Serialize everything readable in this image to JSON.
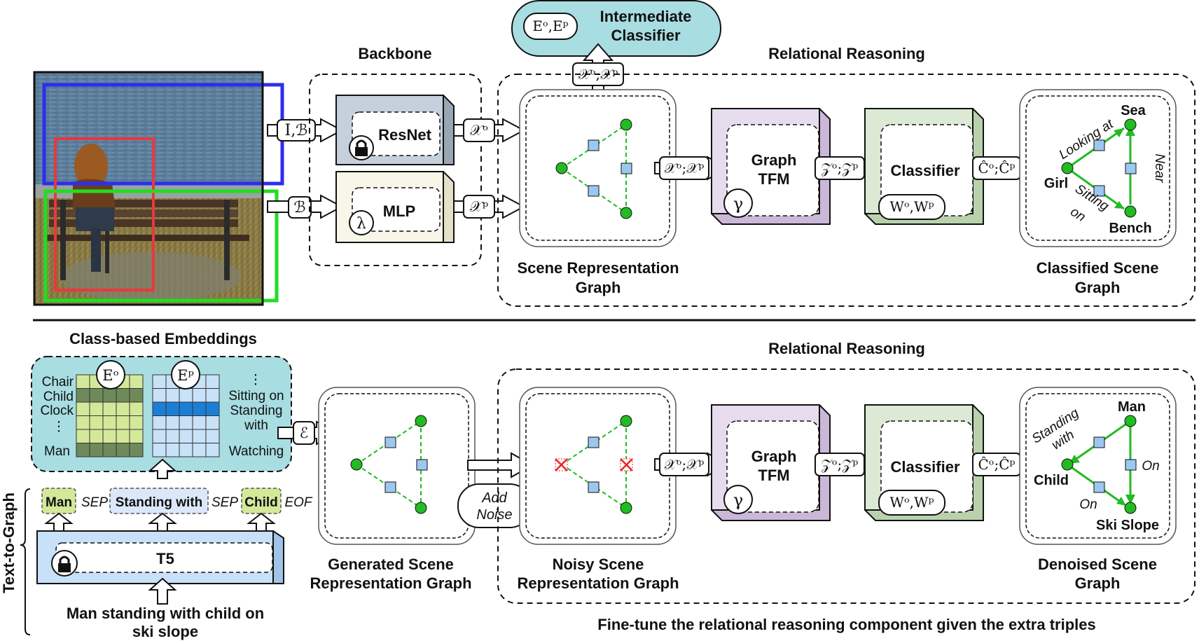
{
  "top": {
    "backbone_title": "Backbone",
    "relational_title": "Relational Reasoning",
    "intermediate_line1": "Intermediate",
    "intermediate_line2": "Classifier",
    "intermediate_emb": "Eᵒ,Eᵖ",
    "input_ib": "I,ℬ",
    "input_b": "ℬ",
    "resnet": "ResNet",
    "mlp": "MLP",
    "lambda": "λ",
    "xo": "𝒳ᵒ",
    "xp": "𝒳ᵖ",
    "xoxp_up": "𝒳ᵒ;𝒳ᵖ",
    "xoxp": "𝒳ᵒ;𝒳ᵖ",
    "zozp": "𝒵ᵒ;𝒵ᵖ",
    "cc": "Ĉᵒ;Ĉᵖ",
    "graph_tfm_1": "Graph",
    "graph_tfm_2": "TFM",
    "gamma": "γ",
    "classifier": "Classifier",
    "weights": "Wᵒ,Wᵖ",
    "srg_1": "Scene Representation",
    "srg_2": "Graph",
    "csg_1": "Classified Scene",
    "csg_2": "Graph",
    "node_sea": "Sea",
    "node_girl": "Girl",
    "node_bench": "Bench",
    "edge_looking": "Looking at",
    "edge_near": "Near",
    "edge_sitting_1": "Sitting",
    "edge_sitting_2": "on"
  },
  "bottom": {
    "embeddings_title": "Class-based Embeddings",
    "relational_title": "Relational Reasoning",
    "eo": "Eᵒ",
    "ep": "Eᵖ",
    "obj_labels": [
      "Chair",
      "Child",
      "Clock",
      "Man"
    ],
    "pred_labels": [
      "Sitting on",
      "Standing",
      "with",
      "Watching"
    ],
    "eps": "ℰ",
    "tokens": [
      "Man",
      "SEP",
      "Standing with",
      "SEP",
      "Child",
      "EOF"
    ],
    "t5": "T5",
    "caption_1": "Man standing with child on",
    "caption_2": "ski slope",
    "side_label": "Text-to-Graph",
    "add_noise_1": "Add",
    "add_noise_2": "Noise",
    "gen_1": "Generated Scene",
    "gen_2": "Representation Graph",
    "noisy_1": "Noisy Scene",
    "noisy_2": "Representation Graph",
    "den_1": "Denoised Scene",
    "den_2": "Graph",
    "xoxp": "𝒳ᵒ;𝒳ᵖ",
    "zozp": "𝒵ᵒ;𝒵ᵖ",
    "cc": "Ĉᵒ;Ĉᵖ",
    "graph_tfm_1": "Graph",
    "graph_tfm_2": "TFM",
    "gamma": "γ",
    "classifier": "Classifier",
    "weights": "Wᵒ,Wᵖ",
    "node_man": "Man",
    "node_child": "Child",
    "node_ski": "Ski Slope",
    "edge_standing_1": "Standing",
    "edge_standing_2": "with",
    "edge_on1": "On",
    "edge_on2": "On",
    "footer": "Fine-tune the relational reasoning component given the extra triples"
  },
  "colors": {
    "blue_box": "#2d2df0",
    "red_box": "#e8383d",
    "green_box": "#22dd22",
    "node_green": "#22bb22",
    "edge_green": "#22bb22",
    "pred_square": "#9cc8f0",
    "graph_tfm_fill": "#e7dcee",
    "classifier_fill": "#dbe9d5",
    "resnet_fill": "#c6d0dc",
    "mlp_fill": "#f8f6e8",
    "intermediate_fill": "#a8dde2",
    "embedding_panel": "#a8dde2",
    "eo_light": "#d4e89a",
    "eo_dark": "#6f8a5a",
    "ep_light": "#c8e2f8",
    "ep_dark": "#1c7fd6",
    "noise_x": "#ee2222"
  }
}
